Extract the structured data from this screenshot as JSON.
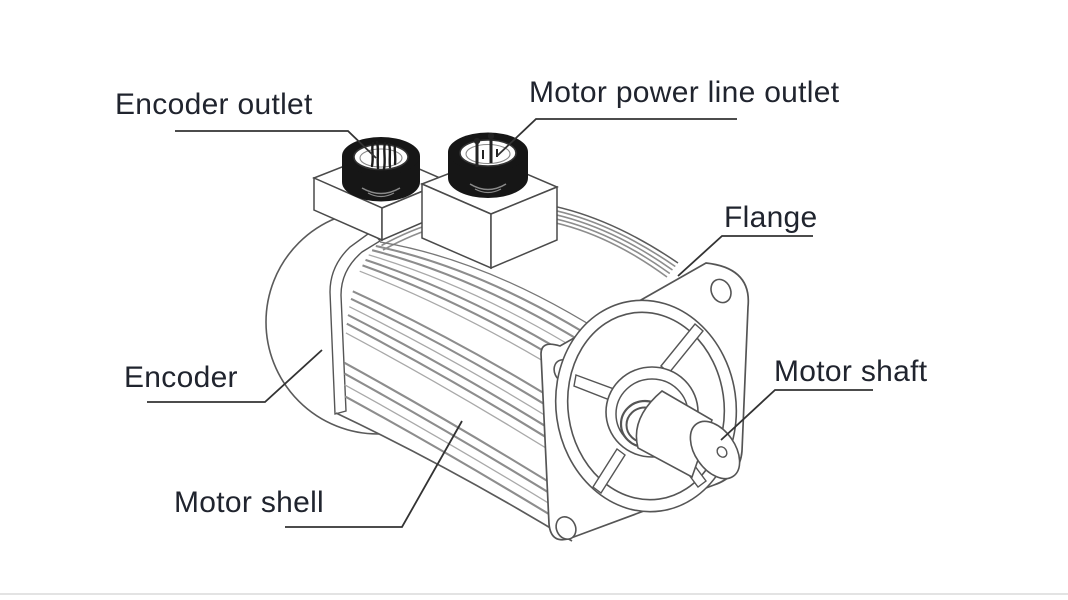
{
  "figure": {
    "labels": {
      "encoder_outlet": "Encoder outlet",
      "motor_power_line_outlet": "Motor power line outlet",
      "flange": "Flange",
      "motor_shaft": "Motor shaft",
      "encoder": "Encoder",
      "motor_shell": "Motor shell"
    },
    "colors": {
      "label_text": "#20242e",
      "leader_line": "#333333",
      "outline": "#4a4a4a",
      "connector_dark": "#161616",
      "fin_gray": "#8d8d8d",
      "background": "#ffffff",
      "divider": "#e3e3e3"
    }
  }
}
